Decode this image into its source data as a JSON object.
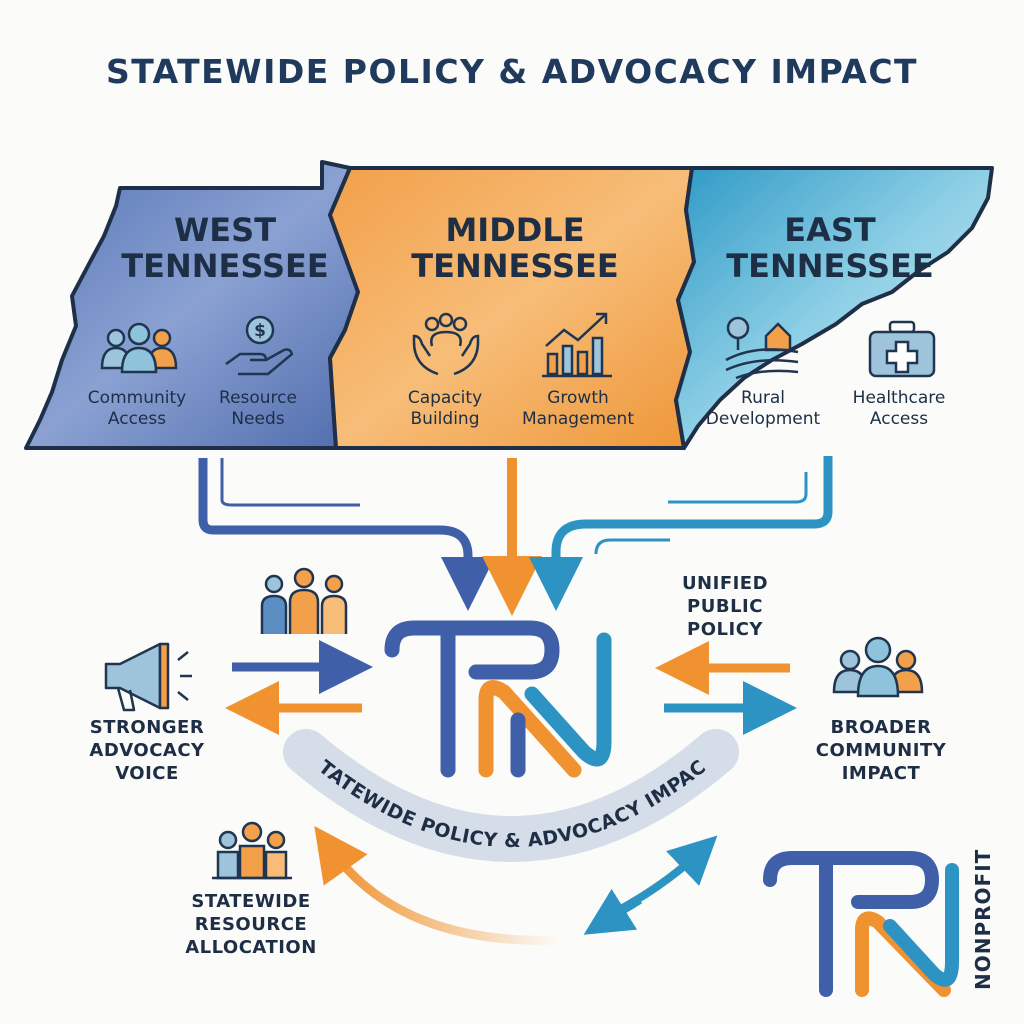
{
  "title": "STATEWIDE POLICY & ADVOCACY IMPACT",
  "regions": [
    {
      "name_line1": "WEST",
      "name_line2": "TENNESSEE",
      "items": [
        {
          "label1": "Community",
          "label2": "Access",
          "icon": "people-icon"
        },
        {
          "label1": "Resource",
          "label2": "Needs",
          "icon": "hand-dollar-icon"
        }
      ]
    },
    {
      "name_line1": "MIDDLE",
      "name_line2": "TENNESSEE",
      "items": [
        {
          "label1": "Capacity",
          "label2": "Building",
          "icon": "group-hands-icon"
        },
        {
          "label1": "Growth",
          "label2": "Management",
          "icon": "growth-chart-icon"
        }
      ]
    },
    {
      "name_line1": "EAST",
      "name_line2": "TENNESSEE",
      "items": [
        {
          "label1": "Rural",
          "label2": "Development",
          "icon": "rural-farm-icon"
        },
        {
          "label1": "Healthcare",
          "label2": "Access",
          "icon": "medical-kit-icon"
        }
      ]
    }
  ],
  "center_logo": "TN",
  "left_top": {
    "line1": "STRONGER",
    "line2": "ADVOCACY",
    "line3": "VOICE",
    "icon": "megaphone-icon"
  },
  "right_top": {
    "line1": "UNIFIED",
    "line2": "PUBLIC",
    "line3": "POLICY"
  },
  "right_mid": {
    "line1": "BROADER",
    "line2": "COMMUNITY",
    "line3": "IMPACT",
    "icon": "community-icon"
  },
  "left_bottom": {
    "line1": "STATEWIDE",
    "line2": "RESOURCE",
    "line3": "ALLOCATION",
    "icon": "resource-group-icon"
  },
  "arc_text": "STATEWIDE POLICY & ADVOCACY IMPACT",
  "brand": {
    "logo": "TN",
    "word": "NONPROFIT"
  },
  "colors": {
    "navy": "#3f5fa8",
    "orange": "#f0922f",
    "teal": "#2c93c3",
    "west_fill": "#6b86c2",
    "middle_fill": "#f3a555",
    "east_fill": "#55b4d4"
  }
}
